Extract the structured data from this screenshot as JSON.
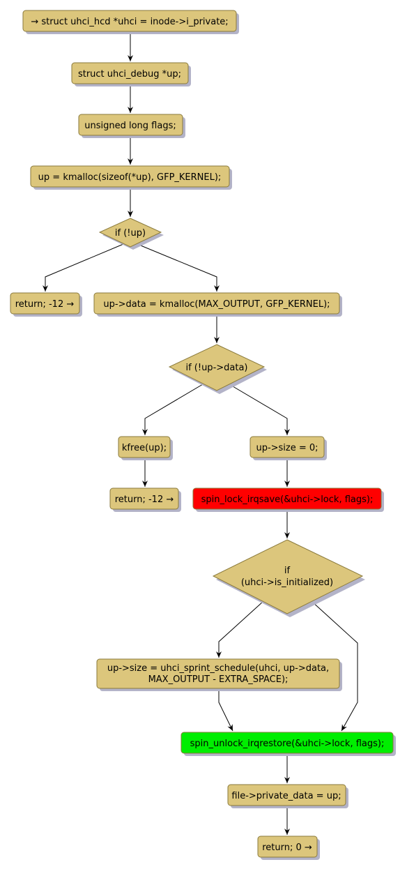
{
  "colors": {
    "node_fill": "#dcc67c",
    "lock_fill": "#ff0000",
    "unlock_fill": "#00ee00"
  },
  "nodes": {
    "n1": "→ struct uhci_hcd *uhci = inode->i_private;",
    "n2": "struct uhci_debug *up;",
    "n3": "unsigned long flags;",
    "n4": "up = kmalloc(sizeof(*up), GFP_KERNEL);",
    "d1": "if (!up)",
    "r1": "return; -12 →",
    "n5": "up->data = kmalloc(MAX_OUTPUT, GFP_KERNEL);",
    "d2": "if (!up->data)",
    "n6": "kfree(up);",
    "r2": "return; -12 →",
    "n7": "up->size = 0;",
    "n8": "spin_lock_irqsave(&uhci->lock, flags);",
    "d3_line1": "if",
    "d3_line2": "(uhci->is_initialized)",
    "n9_line1": "up->size = uhci_sprint_schedule(uhci, up->data,",
    "n9_line2": "MAX_OUTPUT - EXTRA_SPACE);",
    "n10": "spin_unlock_irqrestore(&uhci->lock, flags);",
    "n11": "file->private_data = up;",
    "r3": "return; 0 →"
  }
}
